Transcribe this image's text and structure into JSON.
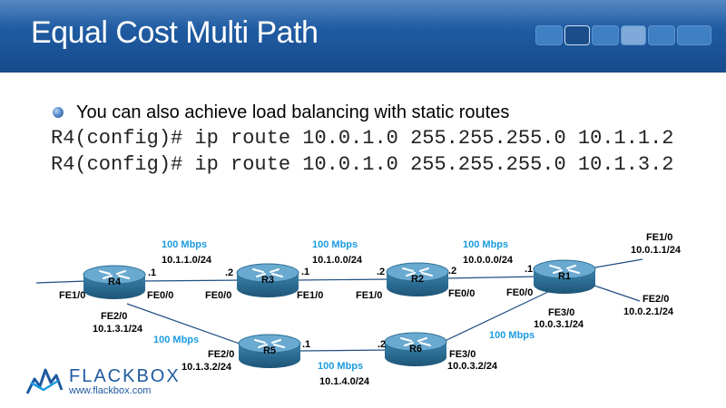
{
  "slide": {
    "title": "Equal Cost Multi Path",
    "bullet": "You can also achieve load balancing with static routes",
    "commands": [
      "R4(config)# ip route 10.0.1.0 255.255.255.0 10.1.1.2",
      "R4(config)# ip route 10.0.1.0 255.255.255.0 10.1.3.2"
    ]
  },
  "diagram": {
    "routers": [
      {
        "label": "R4"
      },
      {
        "label": "R3"
      },
      {
        "label": "R2"
      },
      {
        "label": "R1"
      },
      {
        "label": "R5"
      },
      {
        "label": "R6"
      }
    ],
    "speeds": [
      "100 Mbps",
      "100 Mbps",
      "100 Mbps",
      "100 Mbps",
      "100 Mbps",
      "100 Mbps"
    ],
    "subnets": [
      "10.1.1.0/24",
      "10.1.0.0/24",
      "10.0.0.0/24",
      "10.1.4.0/24"
    ],
    "host_octets": [
      ".1",
      ".2",
      ".1",
      ".2",
      ".2",
      ".1",
      ".1",
      ".2"
    ],
    "interfaces": {
      "r4_fe1": "FE1/0",
      "r4_fe0": "FE0/0",
      "r4_fe2": "FE2/0",
      "r4_fe2_ip": "10.1.3.1/24",
      "r3_fe0": "FE0/0",
      "r3_fe1": "FE1/0",
      "r2_fe1": "FE1/0",
      "r2_fe0": "FE0/0",
      "r1_fe0": "FE0/0",
      "r1_fe3": "FE3/0",
      "r1_fe3_ip": "10.0.3.1/24",
      "r1_fe1": "FE1/0",
      "r1_fe1_ip": "10.0.1.1/24",
      "r1_fe2": "FE2/0",
      "r1_fe2_ip": "10.0.2.1/24",
      "r5_fe2": "FE2/0",
      "r5_fe2_ip": "10.1.3.2/24",
      "r6_fe3": "FE3/0",
      "r6_fe3_ip": "10.0.3.2/24"
    }
  },
  "branding": {
    "name": "FLACKBOX",
    "url": "www.flackbox.com"
  },
  "colors": {
    "header_blue": "#1f5aa0",
    "speed_text": "#1b9be0",
    "router_body": "#2c6e96",
    "router_top": "#5d9fc4",
    "link_line": "#1f4f82"
  }
}
